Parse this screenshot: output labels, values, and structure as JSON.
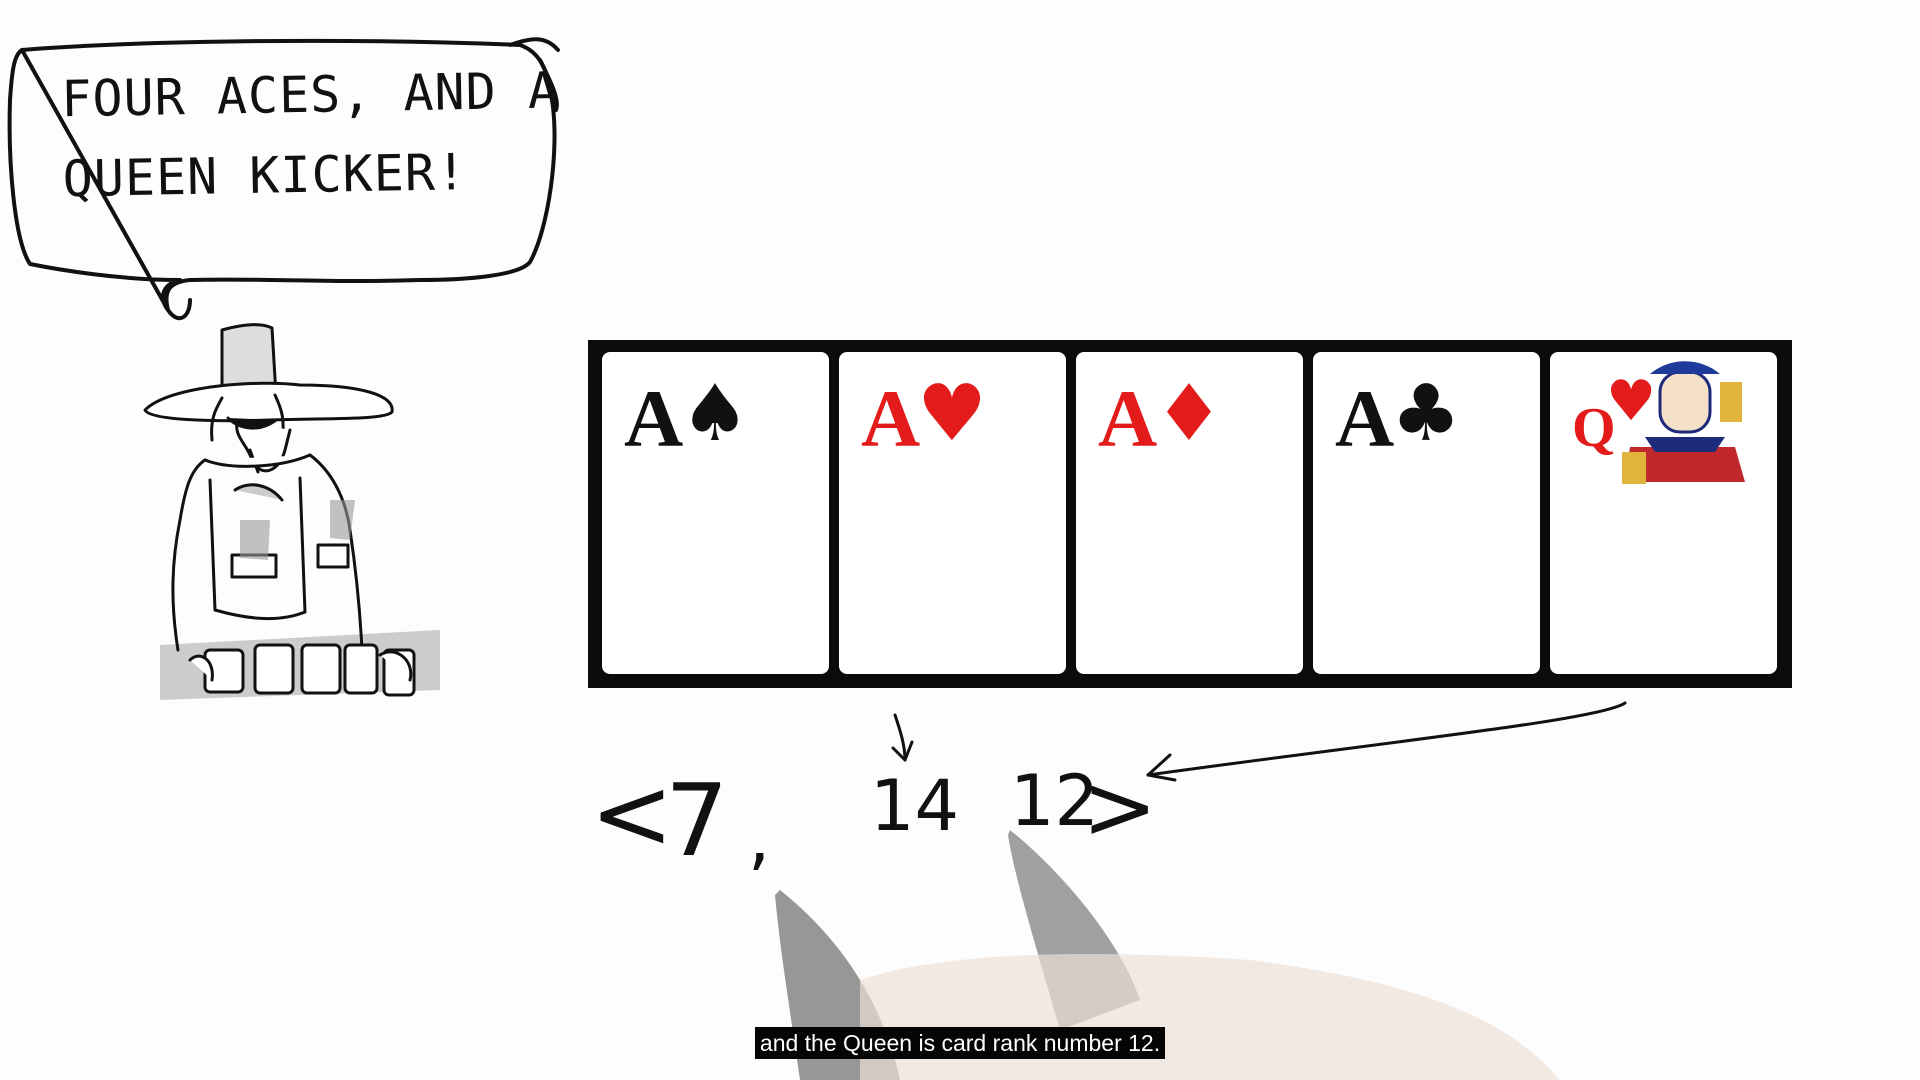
{
  "speech_bubble": {
    "line1": "FOUR ACES, AND A",
    "line2": "QUEEN KICKER!"
  },
  "hand": [
    {
      "rank": "A",
      "suit": "spade",
      "suit_symbol": "♠",
      "color": "#111111"
    },
    {
      "rank": "A",
      "suit": "heart",
      "suit_symbol": "♥",
      "color": "#e41b1b"
    },
    {
      "rank": "A",
      "suit": "diamond",
      "suit_symbol": "♦",
      "color": "#e41b1b"
    },
    {
      "rank": "A",
      "suit": "club",
      "suit_symbol": "♣",
      "color": "#111111"
    },
    {
      "rank": "Q",
      "suit": "heart",
      "suit_symbol": "♥",
      "color": "#e41b1b"
    }
  ],
  "rank_tuple": {
    "open": "<",
    "first": "7",
    "separator": ",",
    "second": "14",
    "third": "12",
    "close": ">"
  },
  "subtitle": "and the Queen is card rank number 12.",
  "colors": {
    "background": "#fdfdfd",
    "ink": "#111111",
    "red_suit": "#e41b1b",
    "subtitle_bg": "#050505",
    "subtitle_text": "#ffffff"
  }
}
